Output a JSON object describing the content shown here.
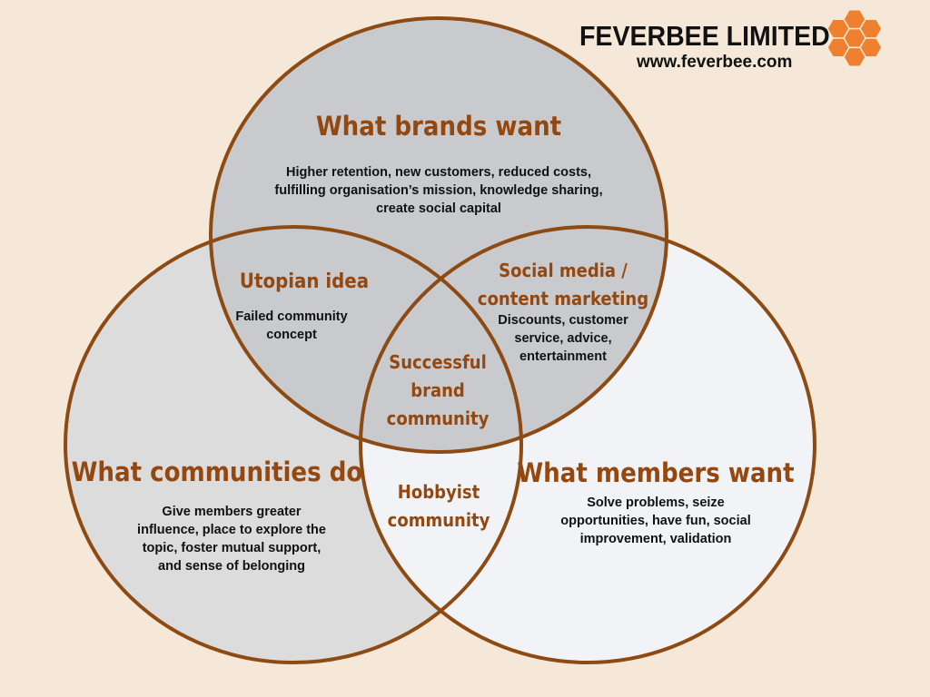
{
  "logo": {
    "title": "FEVERBEE LIMITED",
    "url": "www.feverbee.com",
    "color": "#ee8030"
  },
  "colors": {
    "background": "#f5e8d8",
    "stroke": "#8d4a12",
    "heading": "#94480f",
    "brands_fill": "#c9cacd",
    "communities_fill": "#dcdcdd",
    "members_fill": "#f2f3f7"
  },
  "sets": {
    "brands": {
      "title": "What brands want",
      "lines": [
        "Higher retention, new customers, reduced costs,",
        "fulfilling organisation’s mission, knowledge sharing,",
        "create social capital"
      ]
    },
    "communities": {
      "title": "What communities do",
      "lines": [
        "Give members greater",
        "influence, place to explore the",
        "topic, foster mutual support,",
        "and sense of belonging"
      ]
    },
    "members": {
      "title": "What members want",
      "lines": [
        "Solve problems, seize",
        "opportunities, have fun, social",
        "improvement, validation"
      ]
    }
  },
  "intersections": {
    "brands_communities": {
      "title": "Utopian idea",
      "lines": [
        "Failed community",
        "concept"
      ]
    },
    "brands_members": {
      "title_lines": [
        "Social media /",
        "content marketing"
      ],
      "lines": [
        "Discounts, customer",
        "service, advice,",
        "entertainment"
      ]
    },
    "communities_members": {
      "title_lines": [
        "Hobbyist",
        "community"
      ]
    },
    "all": {
      "title_lines": [
        "Successful",
        "brand",
        "community"
      ]
    }
  }
}
